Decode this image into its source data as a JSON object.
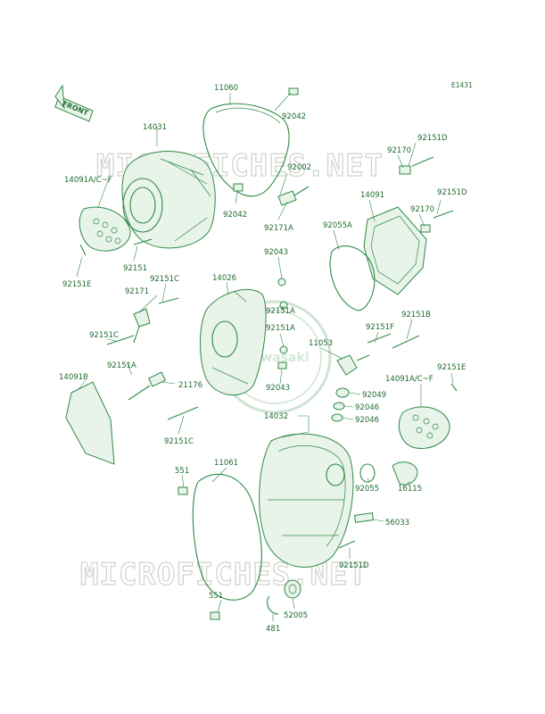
{
  "diagram": {
    "code": "E1431",
    "front_label": "FRONT",
    "watermark_top": "MICROFICHES.NET",
    "watermark_bottom": "MICROFICHES.NET",
    "seal_text": "Kawasaki",
    "parts": {
      "p11060": "11060",
      "p92042a": "92042",
      "p14031": "14031",
      "p92002": "92002",
      "p14091acf_l": "14091A/C~F",
      "p92042b": "92042",
      "p92171a": "92171A",
      "p92151": "92151",
      "p92151e_l": "92151E",
      "p92043a": "92043",
      "p14026": "14026",
      "p92151c_a": "92151C",
      "p92171": "92171",
      "p92151a_a": "92151A",
      "p92151c_b": "92151C",
      "p92151a_b": "92151A",
      "p92151a_c": "92151A",
      "p14091b": "14091B",
      "p21176": "21176",
      "p92043b": "92043",
      "p92151c_c": "92151C",
      "p92151d_a": "92151D",
      "p92170a": "92170",
      "p14091": "14091",
      "p92151d_b": "92151D",
      "p92170b": "92170",
      "p92055a": "92055A",
      "p92151f": "92151F",
      "p92151b": "92151B",
      "p11053": "11053",
      "p92049": "92049",
      "p92046a": "92046",
      "p92046b": "92046",
      "p14091acf_r": "14091A/C~F",
      "p92151e_r": "92151E",
      "p14032": "14032",
      "p551a": "551",
      "p11061": "11061",
      "p92055": "92055",
      "p16115": "16115",
      "p56033": "56033",
      "p92151d_c": "92151D",
      "p551b": "551",
      "p52005": "52005",
      "p481": "481"
    }
  }
}
